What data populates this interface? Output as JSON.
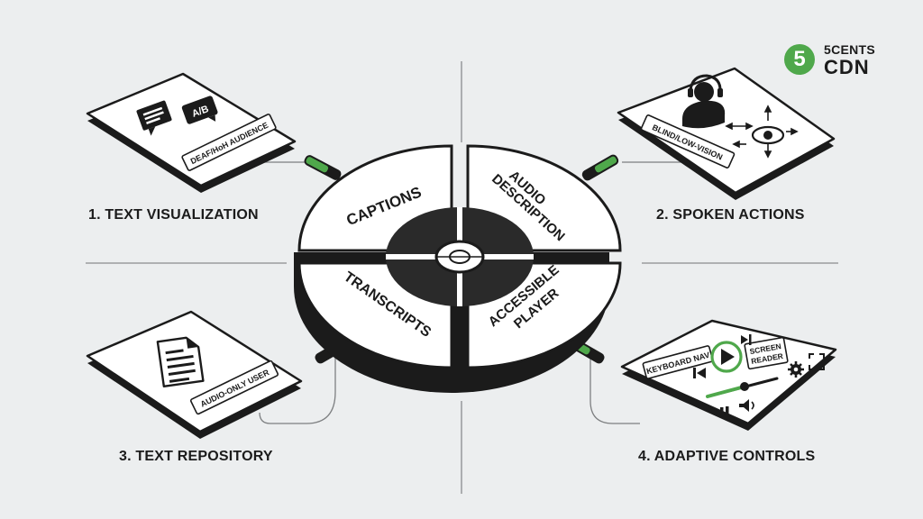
{
  "brand": {
    "badge": "5",
    "line1": "5CENTS",
    "line2": "CDN"
  },
  "center": {
    "q1": "CAPTIONS",
    "q2_line1": "AUDIO",
    "q2_line2": "DESCRIPTION",
    "q3": "TRANSCRIPTS",
    "q4_line1": "ACCESSIBLE",
    "q4_line2": "PLAYER"
  },
  "cards": {
    "tl": {
      "tag": "DEAF/HoH AUDIENCE",
      "badge": "A/B",
      "caption": "1. TEXT VISUALIZATION"
    },
    "tr": {
      "tag": "BLIND/LOW-VISION",
      "caption": "2. SPOKEN ACTIONS"
    },
    "bl": {
      "tag": "AUDIO-ONLY USER",
      "caption": "3. TEXT REPOSITORY"
    },
    "br": {
      "tag": "KEYBOARD NAV",
      "tag2_line1": "SCREEN",
      "tag2_line2": "READER",
      "caption": "4. ADAPTIVE CONTROLS"
    }
  },
  "colors": {
    "accent": "#4fa84b",
    "ink": "#1b1b1b",
    "background": "#eceeef",
    "card": "#ffffff"
  }
}
